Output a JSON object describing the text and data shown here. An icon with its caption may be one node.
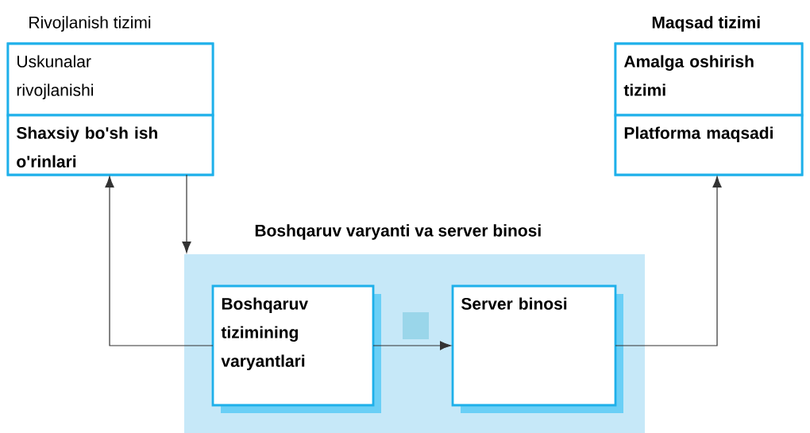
{
  "diagram": {
    "nodes": [
      {
        "text": [
          "Rivojlanish tizimi"
        ]
      },
      {
        "text": [
          "Uskunalar rivojlanishi"
        ],
        "in": 0
      },
      {
        "text": [
          "Shaxsiy bo'sh ish o'rinlari"
        ],
        "in": 0
      },
      {
        "text": [
          "Maqsad tizimi"
        ]
      },
      {
        "text": [
          "Amalga oshirish tizimi"
        ],
        "in": 3
      },
      {
        "text": [
          "Platforma maqsadi"
        ],
        "in": 3
      },
      {
        "text": [
          "Boshqaruv varyanti va server binosi"
        ]
      },
      {
        "text": [
          "Boshqaruv tizimining varyantlari"
        ],
        "in": 6
      },
      {
        "text": [],
        "shape": "box",
        "in": 6
      },
      {
        "text": [
          "Server binosi"
        ],
        "in": 6
      }
    ],
    "edges": [
      {
        "from": 7,
        "to": 2,
        "arrow": "to"
      },
      {
        "from": 2,
        "to": 6,
        "arrow": "to"
      },
      {
        "from": 7,
        "to": 9,
        "arrow": "to"
      },
      {
        "from": 9,
        "to": 5,
        "arrow": "to"
      }
    ]
  }
}
